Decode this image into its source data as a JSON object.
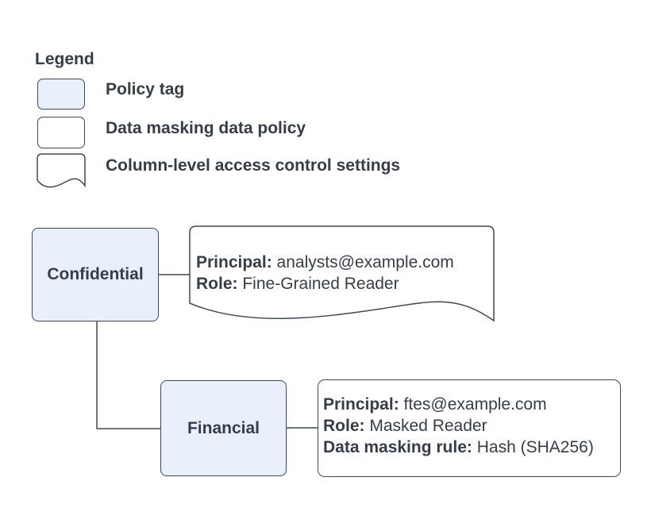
{
  "colors": {
    "policy_tag_fill": "#e9f0fb",
    "outline": "#3f4956",
    "text": "#363d49",
    "background": "#ffffff"
  },
  "legend": {
    "title": "Legend",
    "items": [
      {
        "swatch": "policy-tag",
        "label": "Policy tag"
      },
      {
        "swatch": "data-masking-data-policy",
        "label": "Data masking data policy"
      },
      {
        "swatch": "column-level-access-control-settings",
        "label": "Column-level access control settings"
      }
    ]
  },
  "diagram": {
    "policy_tags": {
      "confidential": "Confidential",
      "financial": "Financial"
    },
    "column_access_settings": {
      "principal_label": "Principal:",
      "principal": "analysts@example.com",
      "role_label": "Role:",
      "role": "Fine-Grained Reader"
    },
    "data_masking_policy": {
      "principal_label": "Principal:",
      "principal": "ftes@example.com",
      "role_label": "Role:",
      "role": "Masked Reader",
      "rule_label": "Data masking rule:",
      "rule": "Hash (SHA256)"
    }
  }
}
